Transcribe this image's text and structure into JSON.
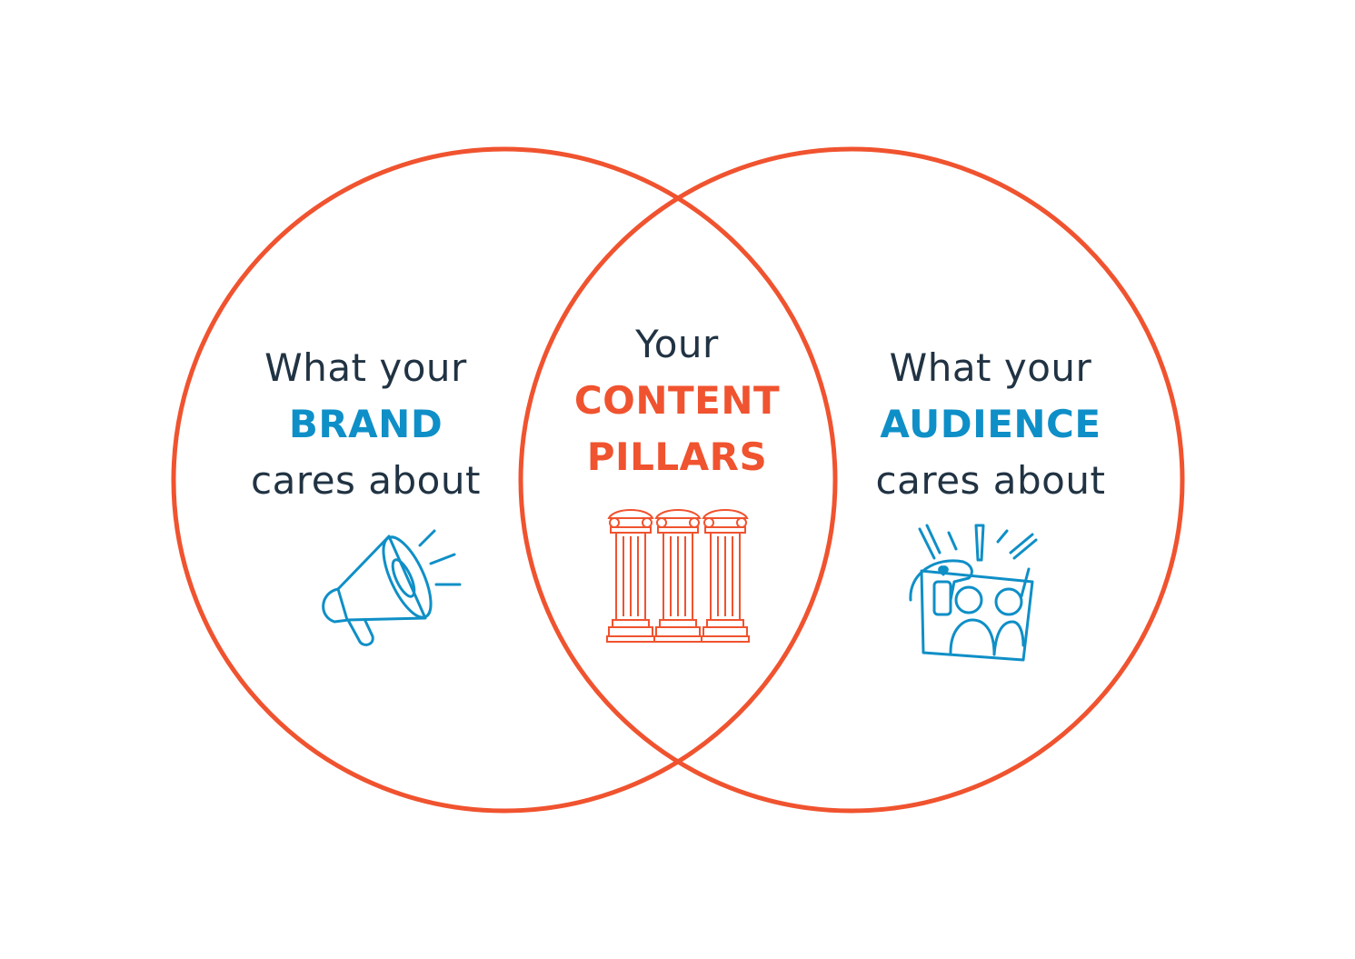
{
  "colors": {
    "circle_stroke": "#f0532f",
    "text_dark": "#213343",
    "accent_blue": "#0f8fc7",
    "accent_red": "#f0532f"
  },
  "left": {
    "line1": "What your",
    "highlight": "BRAND",
    "line3": "cares about",
    "icon": "megaphone-icon"
  },
  "center": {
    "line1": "Your",
    "highlight1": "CONTENT",
    "highlight2": "PILLARS",
    "icon": "pillars-icon"
  },
  "right": {
    "line1": "What your",
    "highlight": "AUDIENCE",
    "line3": "cares about",
    "icon": "audience-icon"
  }
}
